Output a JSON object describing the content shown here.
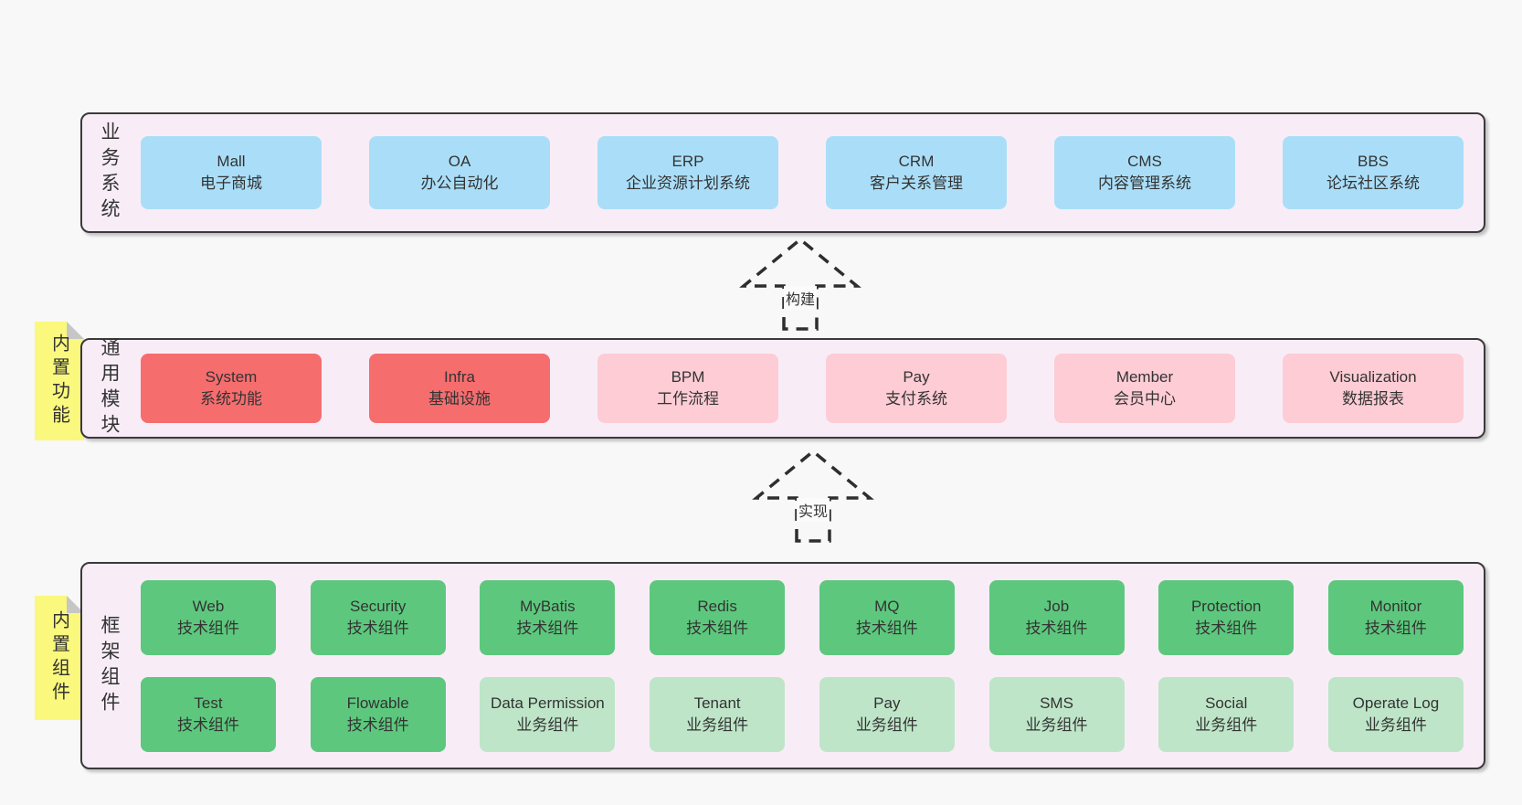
{
  "diagram": {
    "layers": [
      {
        "label": "业务系统",
        "boxes": [
          {
            "title": "Mall",
            "subtitle": "电子商城",
            "variant": "blue"
          },
          {
            "title": "OA",
            "subtitle": "办公自动化",
            "variant": "blue"
          },
          {
            "title": "ERP",
            "subtitle": "企业资源计划系统",
            "variant": "blue"
          },
          {
            "title": "CRM",
            "subtitle": "客户关系管理",
            "variant": "blue"
          },
          {
            "title": "CMS",
            "subtitle": "内容管理系统",
            "variant": "blue"
          },
          {
            "title": "BBS",
            "subtitle": "论坛社区系统",
            "variant": "blue"
          }
        ]
      },
      {
        "label": "通用模块",
        "note": "内置功能",
        "boxes": [
          {
            "title": "System",
            "subtitle": "系统功能",
            "variant": "red"
          },
          {
            "title": "Infra",
            "subtitle": "基础设施",
            "variant": "red"
          },
          {
            "title": "BPM",
            "subtitle": "工作流程",
            "variant": "pink"
          },
          {
            "title": "Pay",
            "subtitle": "支付系统",
            "variant": "pink"
          },
          {
            "title": "Member",
            "subtitle": "会员中心",
            "variant": "pink"
          },
          {
            "title": "Visualization",
            "subtitle": "数据报表",
            "variant": "pink"
          }
        ]
      },
      {
        "label": "框架组件",
        "note": "内置组件",
        "rows": [
          [
            {
              "title": "Web",
              "subtitle": "技术组件",
              "variant": "green"
            },
            {
              "title": "Security",
              "subtitle": "技术组件",
              "variant": "green"
            },
            {
              "title": "MyBatis",
              "subtitle": "技术组件",
              "variant": "green"
            },
            {
              "title": "Redis",
              "subtitle": "技术组件",
              "variant": "green"
            },
            {
              "title": "MQ",
              "subtitle": "技术组件",
              "variant": "green"
            },
            {
              "title": "Job",
              "subtitle": "技术组件",
              "variant": "green"
            },
            {
              "title": "Protection",
              "subtitle": "技术组件",
              "variant": "green"
            },
            {
              "title": "Monitor",
              "subtitle": "技术组件",
              "variant": "green"
            }
          ],
          [
            {
              "title": "Test",
              "subtitle": "技术组件",
              "variant": "green"
            },
            {
              "title": "Flowable",
              "subtitle": "技术组件",
              "variant": "green"
            },
            {
              "title": "Data Permission",
              "subtitle": "业务组件",
              "variant": "lightgreen"
            },
            {
              "title": "Tenant",
              "subtitle": "业务组件",
              "variant": "lightgreen"
            },
            {
              "title": "Pay",
              "subtitle": "业务组件",
              "variant": "lightgreen"
            },
            {
              "title": "SMS",
              "subtitle": "业务组件",
              "variant": "lightgreen"
            },
            {
              "title": "Social",
              "subtitle": "业务组件",
              "variant": "lightgreen"
            },
            {
              "title": "Operate Log",
              "subtitle": "业务组件",
              "variant": "lightgreen"
            }
          ]
        ]
      }
    ],
    "arrows": [
      {
        "label": "构建"
      },
      {
        "label": "实现"
      }
    ],
    "colors": {
      "page_bg": "#f8f8f8",
      "panel_bg": "#f8edf7",
      "panel_border": "#3a3a3a",
      "blue_box": "#aadef8",
      "red_box": "#f66d6e",
      "pink_box": "#fdccd5",
      "green_box": "#5dc87d",
      "light_green_box": "#bee5c8",
      "note_yellow": "#faf87d",
      "note_fold_gray": "#c6c6c6",
      "arrow_stroke": "#2e2e2e",
      "text": "#333333"
    }
  }
}
